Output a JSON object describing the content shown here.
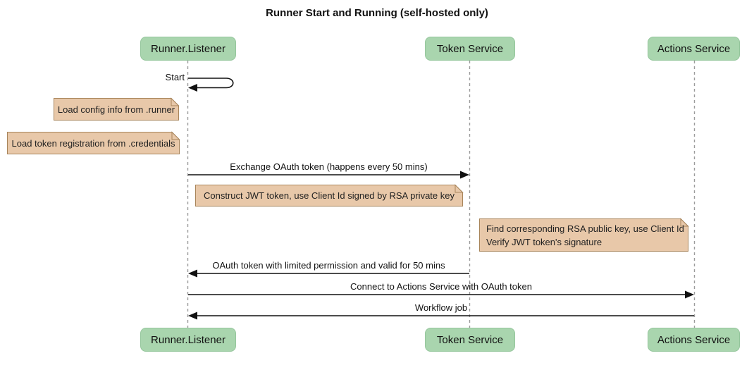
{
  "title": "Runner Start and Running (self-hosted only)",
  "diagram_type": "sequence",
  "colors": {
    "actor_fill": "#a9d5ae",
    "note_fill": "#e8c8a9",
    "note_border": "#a8855b",
    "lifeline": "#9b9b9b",
    "line": "#111111"
  },
  "actors": [
    {
      "id": "runner-listener",
      "label": "Runner.Listener"
    },
    {
      "id": "token-service",
      "label": "Token Service"
    },
    {
      "id": "actions-service",
      "label": "Actions Service"
    }
  ],
  "messages": [
    {
      "label": "Start",
      "from": "runner-listener",
      "to": "runner-listener",
      "type": "self"
    },
    {
      "label": "Exchange OAuth token (happens every 50 mins)",
      "from": "runner-listener",
      "to": "token-service",
      "type": "solid"
    },
    {
      "label": "OAuth token with limited permission and valid for 50 mins",
      "from": "token-service",
      "to": "runner-listener",
      "type": "solid"
    },
    {
      "label": "Connect to Actions Service with OAuth token",
      "from": "runner-listener",
      "to": "actions-service",
      "type": "solid"
    },
    {
      "label": "Workflow job",
      "from": "actions-service",
      "to": "runner-listener",
      "type": "solid"
    }
  ],
  "notes": [
    {
      "position": "left of runner-listener",
      "lines": [
        "Load config info from .runner"
      ]
    },
    {
      "position": "left of runner-listener",
      "lines": [
        "Load token registration from .credentials"
      ]
    },
    {
      "position": "over runner-listener and token-service",
      "lines": [
        "Construct JWT token, use Client Id signed by RSA private key"
      ]
    },
    {
      "position": "right of token-service",
      "lines": [
        "Find corresponding RSA public key, use Client Id",
        "Verify JWT token's signature"
      ]
    }
  ]
}
